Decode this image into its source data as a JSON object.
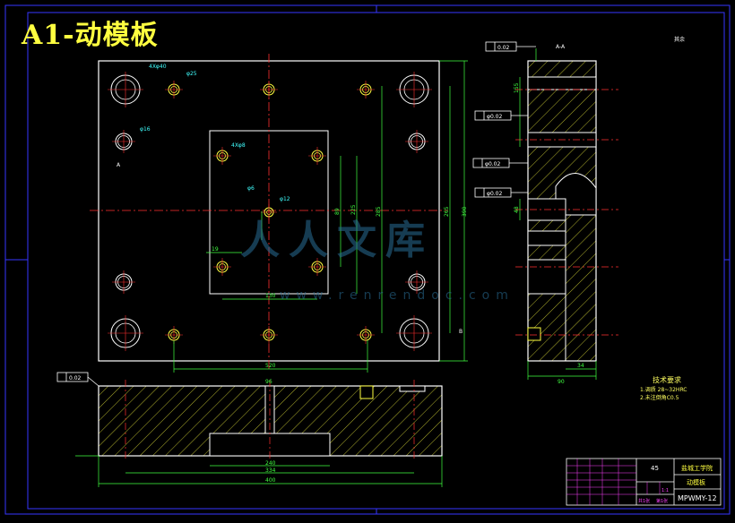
{
  "title": "A1-动模板",
  "watermark": {
    "text": "人人文库",
    "url": "www.renrendoc.com"
  },
  "roughness_note": "其余",
  "section_label": "A-A",
  "main_view": {
    "dims": {
      "bottom_length": "520",
      "right_height_outer": "390",
      "right_height_inner": "265",
      "right_height_mid": "285",
      "insert_height_1": "89",
      "insert_height_2": "225",
      "insert_width": "130",
      "small_offset": "19",
      "a1": "A",
      "a2": "B"
    },
    "callouts": {
      "guide_hole": "4Xφ40",
      "return_pin": "φ25",
      "sprue": "φ16",
      "cavity_hole": "4Xφ8",
      "pin_hole": "φ6",
      "center_hole": "φ12"
    }
  },
  "tolerance_frames": {
    "flatness": "0.02",
    "parallel_top": "0.02",
    "perp_1": "φ0.02",
    "perp_2": "φ0.02",
    "perp_3": "φ0.02",
    "flat_left": "0.02"
  },
  "bottom_view": {
    "dims": {
      "overall": "400",
      "inner": "334",
      "cavity": "240",
      "depth": "96"
    }
  },
  "side_view": {
    "dims": {
      "thickness": "90",
      "step": "34",
      "top": "155",
      "mid": "48"
    }
  },
  "tech_req": {
    "heading": "技术要求",
    "lines": [
      "1.调质 28~32HRC",
      "2.未注倒角C0.5"
    ]
  },
  "title_block": {
    "material": "45",
    "school": "盐城工学院",
    "part_name": "动模板",
    "drawing_no": "MPWMY-12",
    "scale": "1:1",
    "sheet": "共1张",
    "sheet2": "第1张"
  },
  "colors": {
    "frame": "#3636ff",
    "outline": "#ffffff",
    "dim": "#40ff40",
    "center": "#ff3030",
    "hatch": "#ffff40",
    "callout": "#40ffff",
    "tblock": "#ff40ff"
  }
}
